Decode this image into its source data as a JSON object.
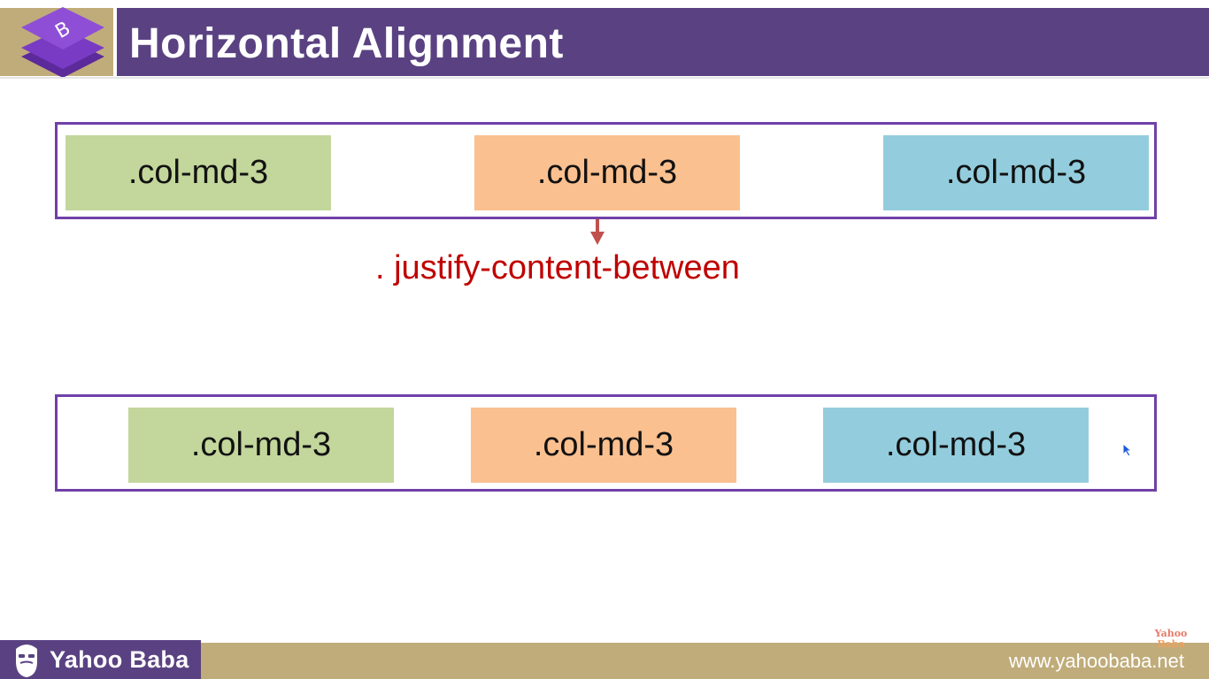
{
  "header": {
    "title": "Horizontal Alignment",
    "logo_letter": "B"
  },
  "row1": {
    "cols": [
      ".col-md-3",
      ".col-md-3",
      ".col-md-3"
    ]
  },
  "annotation": {
    "label": ". justify-content-between"
  },
  "row2": {
    "cols": [
      ".col-md-3",
      ".col-md-3",
      ".col-md-3"
    ]
  },
  "footer": {
    "brand": "Yahoo Baba",
    "url": "www.yahoobaba.net",
    "mini_logo": [
      "Yahoo",
      "Baba"
    ]
  },
  "colors": {
    "header": "#5a4282",
    "accent": "#c0ac7a",
    "border": "#7040a8",
    "green": "#c3d69b",
    "orange": "#fac08f",
    "blue": "#93cddd",
    "label": "#c00000"
  },
  "icons": [
    "bootstrap-logo-icon",
    "arrow-down-icon",
    "mouse-cursor-icon",
    "bearded-man-icon"
  ]
}
